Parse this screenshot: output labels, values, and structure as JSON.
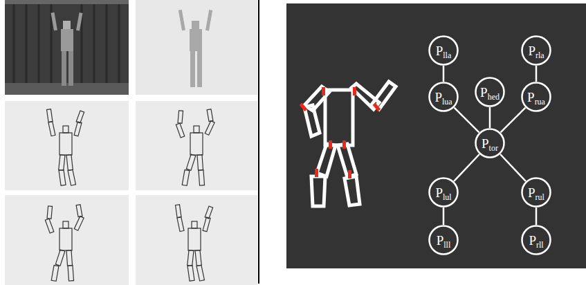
{
  "diagram": {
    "nodes": [
      {
        "text": [
          "P",
          "lla"
        ]
      },
      {
        "text": [
          "P",
          "rla"
        ]
      },
      {
        "text": [
          "P",
          "lua"
        ]
      },
      {
        "text": [
          "P",
          "hed"
        ]
      },
      {
        "text": [
          "P",
          "rua"
        ]
      },
      {
        "text": [
          "P",
          "tor"
        ]
      },
      {
        "text": [
          "P",
          "lul"
        ]
      },
      {
        "text": [
          "P",
          "rul"
        ]
      },
      {
        "text": [
          "P",
          "lll"
        ]
      },
      {
        "text": [
          "P",
          "rll"
        ]
      }
    ],
    "edges": [
      {
        "from": 0,
        "to": 2,
        "arrow": "none"
      },
      {
        "from": 1,
        "to": 4,
        "arrow": "none"
      },
      {
        "from": 2,
        "to": 5,
        "arrow": "none"
      },
      {
        "from": 3,
        "to": 5,
        "arrow": "none"
      },
      {
        "from": 4,
        "to": 5,
        "arrow": "none"
      },
      {
        "from": 5,
        "to": 6,
        "arrow": "none"
      },
      {
        "from": 5,
        "to": 7,
        "arrow": "none"
      },
      {
        "from": 6,
        "to": 8,
        "arrow": "none"
      },
      {
        "from": 7,
        "to": 9,
        "arrow": "none"
      }
    ]
  }
}
